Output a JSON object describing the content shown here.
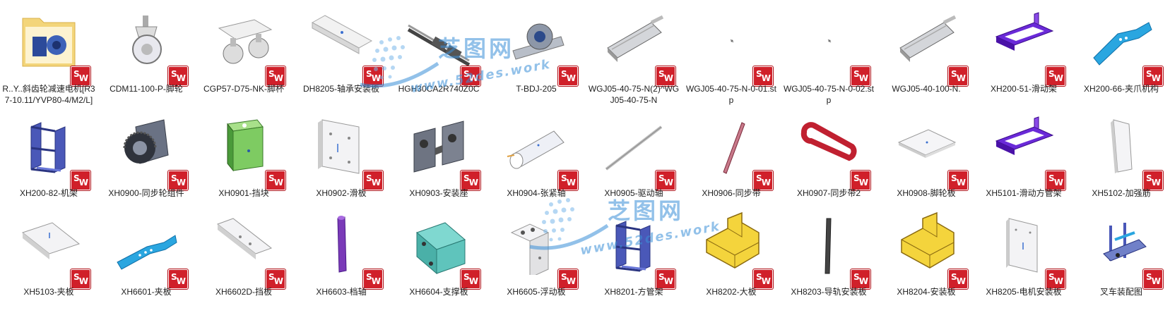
{
  "badge": {
    "text_s": "S",
    "text_w": "W",
    "color": "#d0202a"
  },
  "watermark": {
    "cn": "芝图网",
    "url": "www.52des.work"
  },
  "files": [
    {
      "label": "R..Y..斜齿轮减速电机[R37-10.11/YVP80-4/M2/L]",
      "icon": "folder-motor-icon"
    },
    {
      "label": "CDM11-100-P-脚轮",
      "icon": "caster-wheel-icon"
    },
    {
      "label": "CGP57-D75-NK-脚杯",
      "icon": "caster-pair-icon"
    },
    {
      "label": "DH8205-轴承安装板",
      "icon": "plate-long-icon"
    },
    {
      "label": "HGH30CA2R740Z0C",
      "icon": "linear-rail-icon"
    },
    {
      "label": "T-BDJ-205",
      "icon": "pillow-block-icon"
    },
    {
      "label": "WGJ05-40-75-N(2)^WGJ05-40-75-N",
      "icon": "cylinder-icon"
    },
    {
      "label": "WGJ05-40-75-N-0-01.stp",
      "icon": "dot-icon"
    },
    {
      "label": "WGJ05-40-75-N-0-02.stp",
      "icon": "dot-icon"
    },
    {
      "label": "WGJ05-40-100-N.",
      "icon": "cylinder-icon"
    },
    {
      "label": "XH200-51-滑动架",
      "icon": "purple-frame-icon"
    },
    {
      "label": "XH200-66-夹爪机构",
      "icon": "blue-gripper-icon"
    },
    {
      "label": "XH200-82-机架",
      "icon": "blue-rack-icon"
    },
    {
      "label": "XH0900-同步轮组件",
      "icon": "pulley-assembly-icon"
    },
    {
      "label": "XH0901-挡块",
      "icon": "green-block-icon"
    },
    {
      "label": "XH0902-滑板",
      "icon": "slide-plate-icon"
    },
    {
      "label": "XH0903-安装座",
      "icon": "mount-seat-icon"
    },
    {
      "label": "XH0904-张紧轴",
      "icon": "tension-shaft-icon"
    },
    {
      "label": "XH0905-驱动轴",
      "icon": "drive-shaft-icon"
    },
    {
      "label": "XH0906-同步带",
      "icon": "timing-belt-icon"
    },
    {
      "label": "XH0907-同步带2",
      "icon": "red-belt-icon"
    },
    {
      "label": "XH0908-脚轮板",
      "icon": "caster-plate-icon"
    },
    {
      "label": "XH5101-滑动方管架",
      "icon": "purple-frame-icon"
    },
    {
      "label": "XH5102-加强筋",
      "icon": "rib-icon"
    },
    {
      "label": "XH5103-夹板",
      "icon": "clamp-plate-icon"
    },
    {
      "label": "XH6601-夹板",
      "icon": "blue-clamp-icon"
    },
    {
      "label": "XH6602D-挡板",
      "icon": "baffle-icon"
    },
    {
      "label": "XH6603-档轴",
      "icon": "purple-rod-icon"
    },
    {
      "label": "XH6604-支撑板",
      "icon": "teal-plate-icon"
    },
    {
      "label": "XH6605-浮动板",
      "icon": "angle-bracket-icon"
    },
    {
      "label": "XH8201-方管架",
      "icon": "blue-rack-icon"
    },
    {
      "label": "XH8202-大板",
      "icon": "yellow-block-icon"
    },
    {
      "label": "XH8203-导轨安装板",
      "icon": "thin-bar-icon"
    },
    {
      "label": "XH8204-安装板",
      "icon": "yellow-block-icon"
    },
    {
      "label": "XH8205-电机安装板",
      "icon": "motor-plate-icon"
    },
    {
      "label": "叉车装配图",
      "icon": "forklift-assembly-icon"
    }
  ]
}
